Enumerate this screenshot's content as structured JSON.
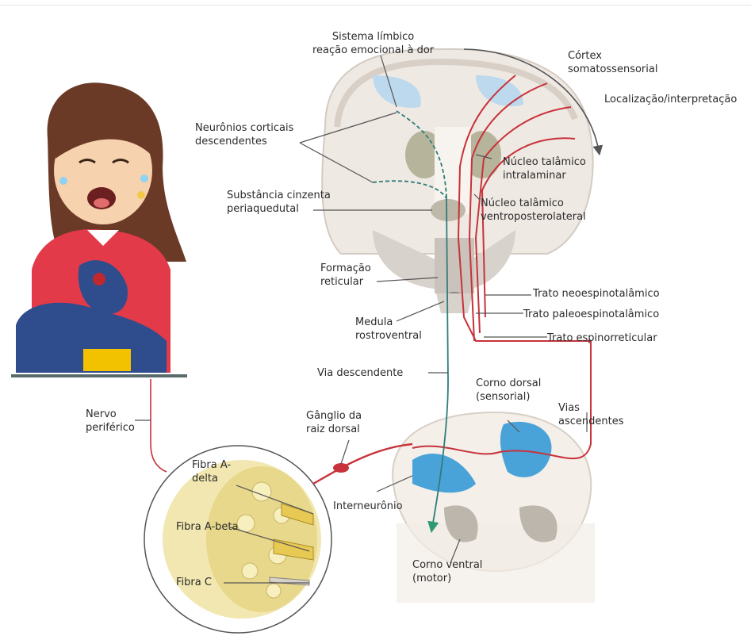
{
  "labels": {
    "sistema_limbico": [
      "Sistema límbico",
      "reação emocional à dor"
    ],
    "cortex": [
      "Córtex",
      "somatossensorial"
    ],
    "localizacao": [
      "Localização/interpretação"
    ],
    "neuronios_corticais": [
      "Neurônios corticais",
      "descendentes"
    ],
    "nucleo_intralaminar": [
      "Núcleo talâmico",
      "intralaminar"
    ],
    "substancia_cinzenta": [
      "Substância cinzenta",
      "periaquedutal"
    ],
    "nucleo_ventroposterolateral": [
      "Núcleo talâmico",
      "ventroposterolateral"
    ],
    "formacao_reticular": [
      "Formação",
      "reticular"
    ],
    "trato_neoespinotalamico": [
      "Trato neoespinotalâmico"
    ],
    "medula_rostroventral": [
      "Medula",
      "rostroventral"
    ],
    "trato_paleoespinotalamico": [
      "Trato paleoespinotalâmico"
    ],
    "trato_espinorreticular": [
      "Trato espinorreticular"
    ],
    "via_descendente": [
      "Via descendente"
    ],
    "corno_dorsal": [
      "Corno dorsal",
      "(sensorial)"
    ],
    "nervo_periferico": [
      "Nervo",
      "periférico"
    ],
    "ganglio": [
      "Gânglio da",
      "raiz dorsal"
    ],
    "vias_ascendentes": [
      "Vias",
      "ascendentes"
    ],
    "fibra_a_delta": [
      "Fibra A-",
      "delta"
    ],
    "fibra_a_beta": [
      "Fibra A-beta"
    ],
    "interneuronio": [
      "Interneurônio"
    ],
    "fibra_c": [
      "Fibra C"
    ],
    "corno_ventral": [
      "Corno ventral",
      "(motor)"
    ]
  },
  "colors": {
    "ascending_pathway": "#c8323a",
    "descending_pathway": "#2e7d7a",
    "dorsal_horn": "#4aa3d8",
    "brain_gray": "#d8d2cc",
    "brain_light": "#efe9e3",
    "nerve_fiber": "#f2e7b0"
  }
}
